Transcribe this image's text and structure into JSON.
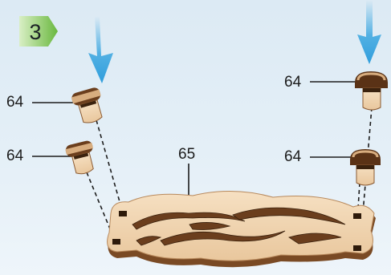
{
  "step": {
    "number": "3"
  },
  "labels": {
    "top_left": "64",
    "mid_left": "64",
    "top_right": "64",
    "mid_right": "64",
    "center": "65"
  },
  "colors": {
    "arrow": "#3aa6e0",
    "badge": "#6ab83f",
    "wood": "#f2d6b3",
    "wood_edge": "#8a5a32",
    "wood_dark": "#4a2a12"
  },
  "icons": {
    "insert_arrow": "down-arrow-icon",
    "step_badge": "green-chevron-badge"
  }
}
